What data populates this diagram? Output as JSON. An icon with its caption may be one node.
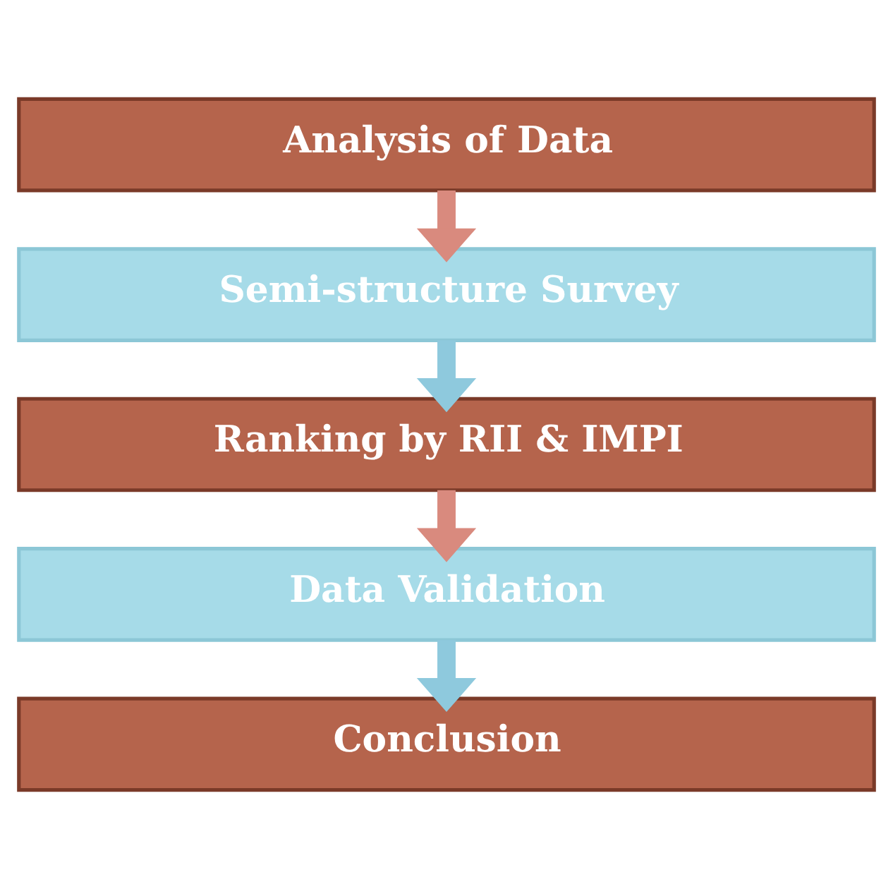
{
  "diagram": {
    "nodes": [
      {
        "text": [
          "Analysis of Data"
        ]
      },
      {
        "text": [
          "Semi-structure Survey"
        ]
      },
      {
        "text": [
          "Ranking by RII & IMPI"
        ]
      },
      {
        "text": [
          "Data Validation"
        ]
      },
      {
        "text": [
          "Conclusion"
        ]
      }
    ],
    "edges": [
      {
        "from": 0,
        "to": 1,
        "arrow": "to",
        "color": "#d98a7e"
      },
      {
        "from": 1,
        "to": 2,
        "arrow": "to",
        "color": "#8ec9dd"
      },
      {
        "from": 2,
        "to": 3,
        "arrow": "to",
        "color": "#d98a7e"
      },
      {
        "from": 3,
        "to": 4,
        "arrow": "to",
        "color": "#8ec9dd"
      }
    ]
  }
}
